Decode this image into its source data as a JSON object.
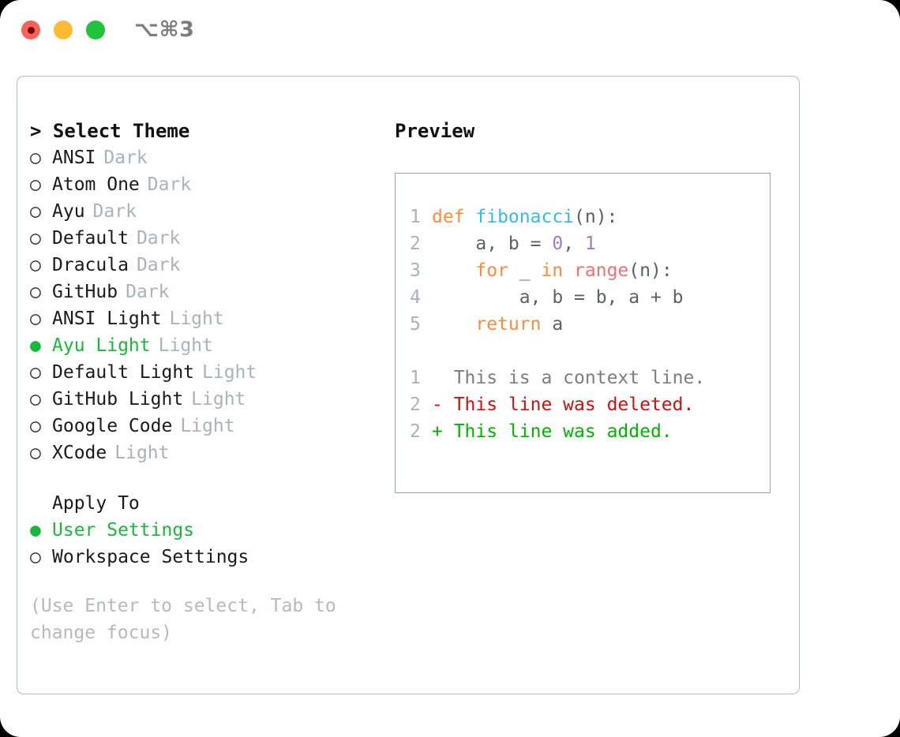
{
  "window": {
    "shortcut_title": "⌥⌘3",
    "traffic_lights": [
      {
        "name": "close-button",
        "color": "#fb5f5a"
      },
      {
        "name": "minimize-button",
        "color": "#fcbb33"
      },
      {
        "name": "maximize-button",
        "color": "#21c23d"
      }
    ]
  },
  "theme_picker": {
    "heading": "> Select Theme",
    "bullet_selected": "●",
    "bullet_unselected": "○",
    "items": [
      {
        "label": "ANSI",
        "tag": "Dark",
        "selected": false
      },
      {
        "label": "Atom One",
        "tag": "Dark",
        "selected": false
      },
      {
        "label": "Ayu",
        "tag": "Dark",
        "selected": false
      },
      {
        "label": "Default",
        "tag": "Dark",
        "selected": false
      },
      {
        "label": "Dracula",
        "tag": "Dark",
        "selected": false
      },
      {
        "label": "GitHub",
        "tag": "Dark",
        "selected": false
      },
      {
        "label": "ANSI Light",
        "tag": "Light",
        "selected": false
      },
      {
        "label": "Ayu Light",
        "tag": "Light",
        "selected": true
      },
      {
        "label": "Default Light",
        "tag": "Light",
        "selected": false
      },
      {
        "label": "GitHub Light",
        "tag": "Light",
        "selected": false
      },
      {
        "label": "Google Code",
        "tag": "Light",
        "selected": false
      },
      {
        "label": "XCode",
        "tag": "Light",
        "selected": false
      }
    ]
  },
  "apply_to": {
    "label": "Apply To",
    "options": [
      {
        "label": "User Settings",
        "selected": true
      },
      {
        "label": "Workspace Settings",
        "selected": false
      }
    ]
  },
  "hint": "(Use Enter to select, Tab to change focus)",
  "preview": {
    "title": "Preview",
    "code_lines": [
      {
        "number": "1",
        "tokens": [
          {
            "text": "def ",
            "kind": "kw"
          },
          {
            "text": "fibonacci",
            "kind": "fn"
          },
          {
            "text": "(n):",
            "kind": "pl"
          }
        ]
      },
      {
        "number": "2",
        "tokens": [
          {
            "text": "    a, b = ",
            "kind": "pl"
          },
          {
            "text": "0",
            "kind": "num"
          },
          {
            "text": ", ",
            "kind": "pl"
          },
          {
            "text": "1",
            "kind": "num"
          }
        ]
      },
      {
        "number": "3",
        "tokens": [
          {
            "text": "    for ",
            "kind": "kw"
          },
          {
            "text": "_ ",
            "kind": "pl"
          },
          {
            "text": "in ",
            "kind": "kw"
          },
          {
            "text": "range",
            "kind": "call"
          },
          {
            "text": "(n):",
            "kind": "pl"
          }
        ]
      },
      {
        "number": "4",
        "tokens": [
          {
            "text": "        a, b = b, a + b",
            "kind": "pl"
          }
        ]
      },
      {
        "number": "5",
        "tokens": [
          {
            "text": "    return ",
            "kind": "kw"
          },
          {
            "text": "a",
            "kind": "pl"
          }
        ]
      }
    ],
    "diff_lines": [
      {
        "number": "1",
        "marker": "  ",
        "text": "This is a context line.",
        "kind": "ctx"
      },
      {
        "number": "2",
        "marker": "- ",
        "text": "This line was deleted.",
        "kind": "del"
      },
      {
        "number": "2",
        "marker": "+ ",
        "text": "This line was added.",
        "kind": "add"
      }
    ]
  },
  "colors": {
    "accent_green": "#18b93a",
    "muted_gray": "#aab2bd",
    "border": "#b4bcc8",
    "preview_border": "#97a3b5",
    "syntax_keyword": "#fa8d3e",
    "syntax_function": "#39bae6",
    "syntax_number": "#a37acc",
    "syntax_call": "#f07171",
    "syntax_plain": "#5c6166",
    "diff_deleted": "#cc1111",
    "diff_added": "#00b400"
  }
}
